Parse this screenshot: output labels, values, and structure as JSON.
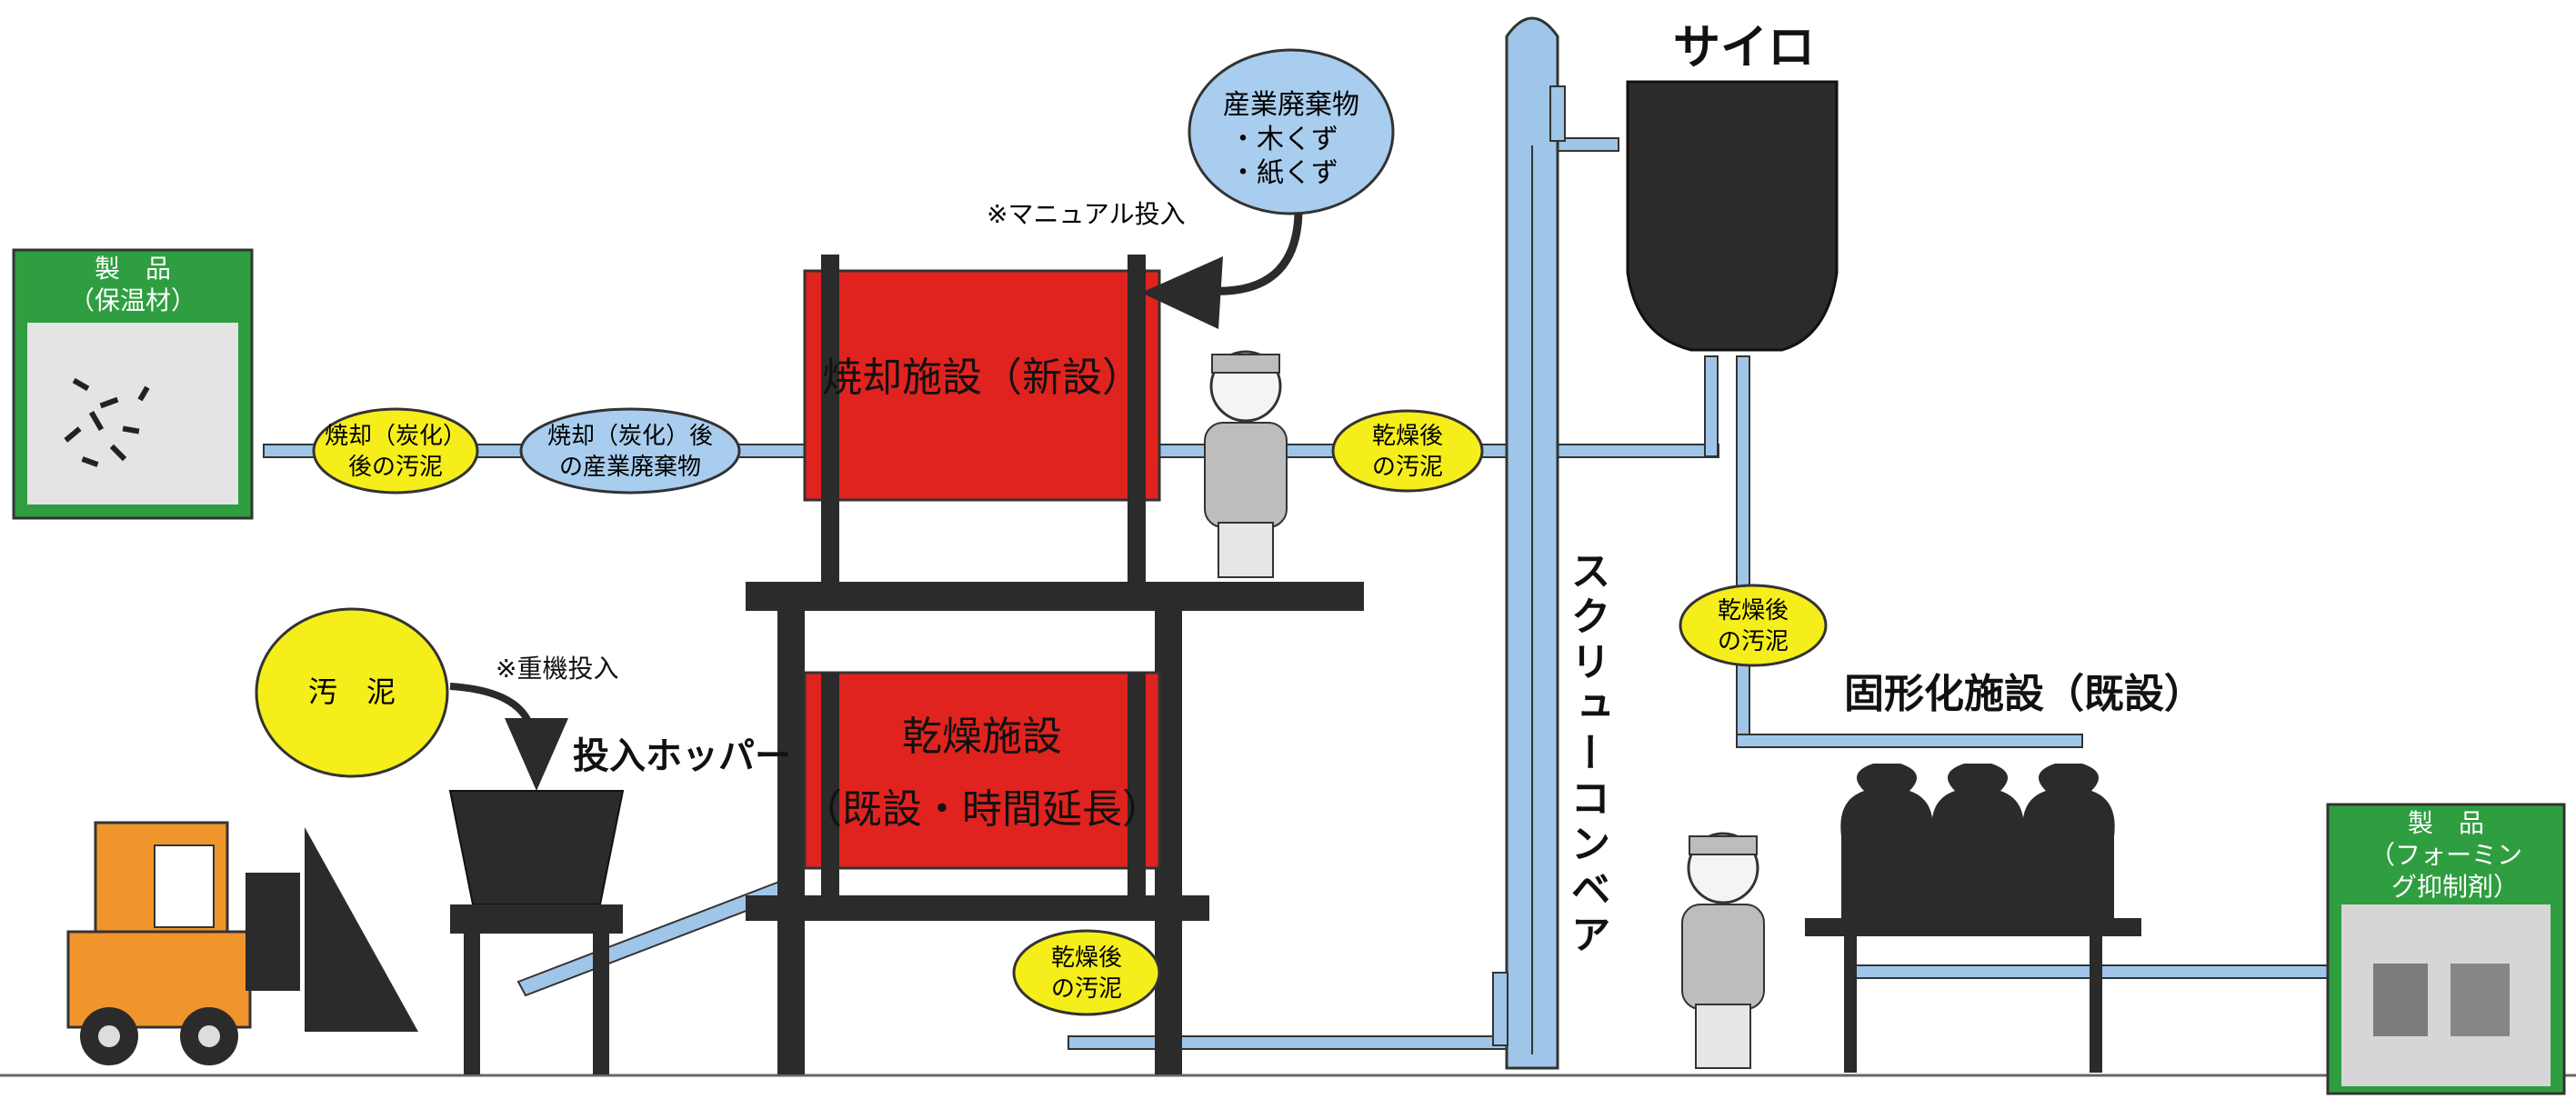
{
  "silo": {
    "title": "サイロ"
  },
  "conveyor": {
    "label": "スクリューコンベア"
  },
  "incinerator": {
    "title": "焼却施設（新設）"
  },
  "dryer": {
    "title_line1": "乾燥施設",
    "title_line2": "（既設・時間延長）"
  },
  "solidifier": {
    "title": "固形化施設（既設）"
  },
  "hopper": {
    "label": "投入ホッパー",
    "note": "※重機投入"
  },
  "manual_note": "※マニュアル投入",
  "sludge_input": {
    "label": "汚　泥"
  },
  "industrial_waste": {
    "line1": "産業廃棄物",
    "line2": "・木くず",
    "line3": "・紙くず"
  },
  "tags": {
    "dried_sludge_a": {
      "line1": "乾燥後",
      "line2": "の汚泥"
    },
    "dried_sludge_b": {
      "line1": "乾燥後",
      "line2": "の汚泥"
    },
    "dried_sludge_c": {
      "line1": "乾燥後",
      "line2": "の汚泥"
    },
    "burned_waste": {
      "line1": "焼却（炭化）後",
      "line2": "の産業廃棄物"
    },
    "burned_sludge": {
      "line1": "焼却（炭化）",
      "line2": "後の汚泥"
    }
  },
  "product_left": {
    "line1": "製　品",
    "line2": "（保温材）"
  },
  "product_right": {
    "line1": "製　品",
    "line2": "（フォーミン",
    "line3": "グ抑制剤）"
  },
  "colors": {
    "facility_red": "#e0231e",
    "pipe_blue": "#9fc6e8",
    "tag_yellow": "#f5ee1a",
    "tag_blue": "#a9cdee",
    "product_green": "#2f9e40",
    "machine_dark": "#2b2b2b",
    "forklift_orange": "#f0952c"
  }
}
